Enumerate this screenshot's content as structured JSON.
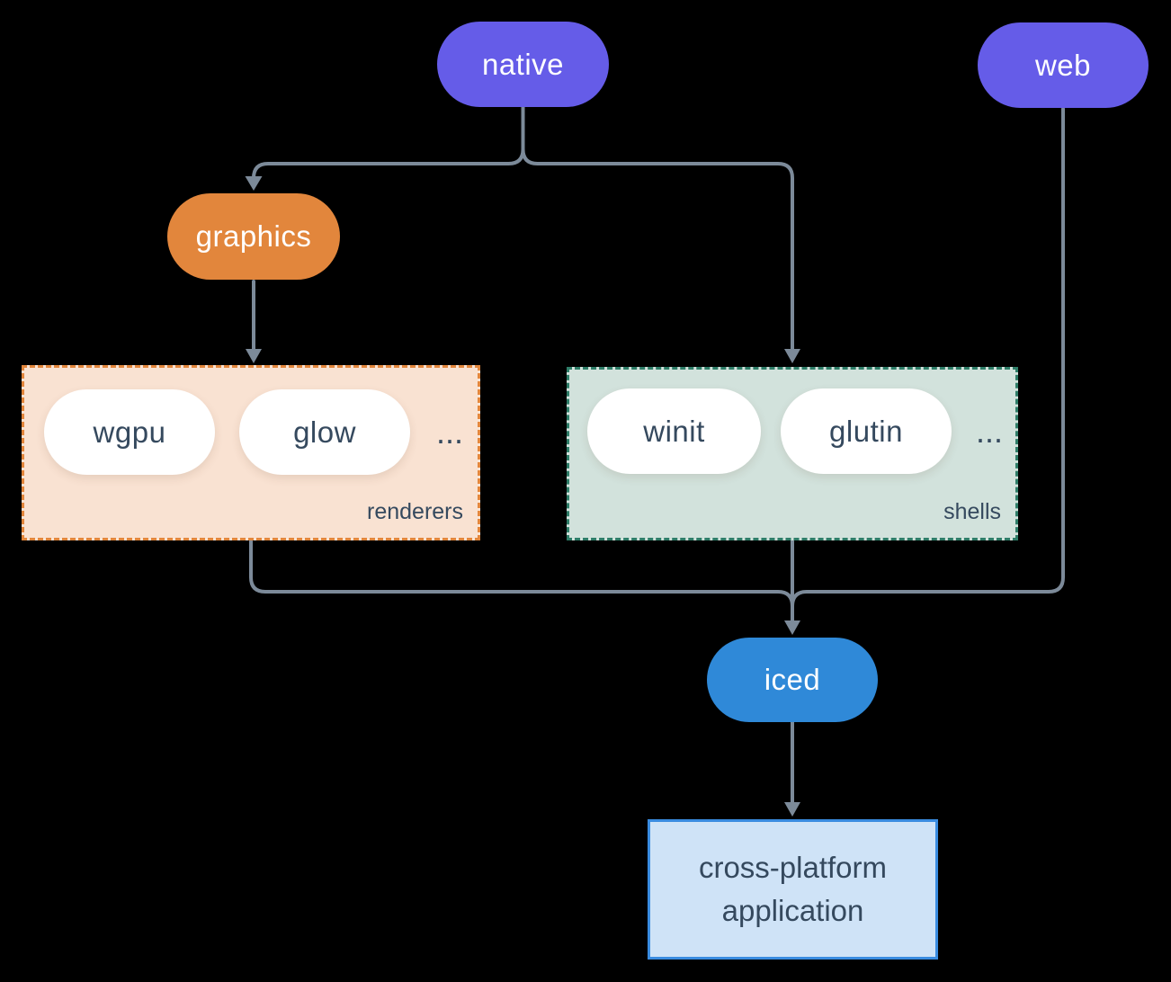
{
  "diagram": {
    "nodes": {
      "native": "native",
      "web": "web",
      "graphics": "graphics",
      "iced": "iced",
      "application_line1": "cross-platform",
      "application_line2": "application"
    },
    "groups": {
      "renderers": {
        "label": "renderers",
        "items": [
          "wgpu",
          "glow"
        ],
        "more": "..."
      },
      "shells": {
        "label": "shells",
        "items": [
          "winit",
          "glutin"
        ],
        "more": "..."
      }
    },
    "colors": {
      "node_purple": "#655ce8",
      "node_orange": "#e2863c",
      "node_blue": "#2f89d8",
      "renderers_fill": "#f9e2d2",
      "renderers_border": "#e2863c",
      "shells_fill": "#d2e2dc",
      "shells_border": "#2e7d68",
      "application_fill": "#cfe3f7",
      "application_border": "#3a8ce0",
      "connector": "#7c8a99",
      "dark_text": "#35495e",
      "pill_text": "#ffffff",
      "background": "#000000"
    }
  }
}
